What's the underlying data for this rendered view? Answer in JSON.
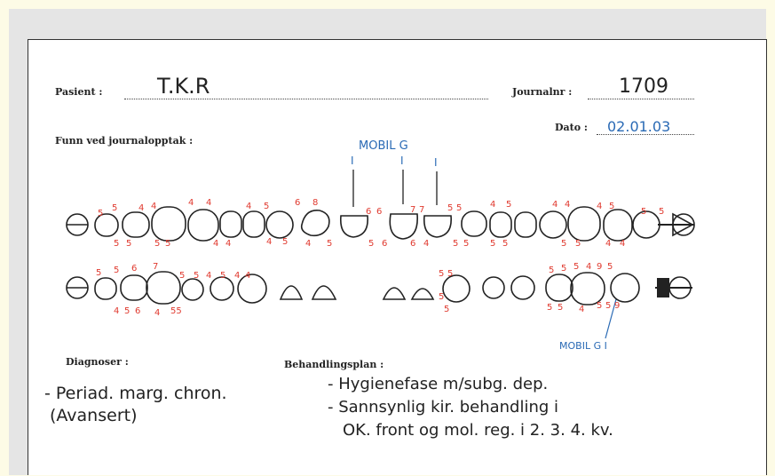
{
  "form": {
    "patient_label": "Pasient :",
    "patient_value": "T.K.R",
    "journal_label": "Journalnr :",
    "journal_value": "1709",
    "date_label": "Dato :",
    "date_value": "02.01.03",
    "findings_label": "Funn ved journalopptak :",
    "diagnoses_label": "Diagnoser :",
    "plan_label": "Behandlingsplan :"
  },
  "annotations": {
    "mobility_upper": "MOBIL G",
    "mobility_upper_marks": [
      "I",
      "I",
      "I"
    ],
    "mobility_lower": "MOBIL G I"
  },
  "diagnoses": [
    "- Periad. marg. chron.",
    "(Avansert)"
  ],
  "plan": [
    "- Hygienefase m/subg. dep.",
    "- Sannsynlig kir. behandling i",
    "OK. front og mol. reg. i 2. 3. 4. kv."
  ],
  "colors": {
    "handwriting_red": "#e03a2f",
    "handwriting_blue": "#2a6ab5",
    "ink": "#222222"
  }
}
